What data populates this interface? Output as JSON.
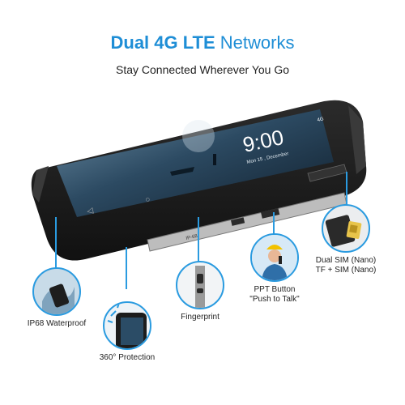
{
  "headline": {
    "part1": "Dual 4G LTE",
    "part2": "Networks"
  },
  "subheadline": "Stay Connected Wherever You Go",
  "phone_screen": {
    "time": "9:00",
    "date": "Mon 15 , December",
    "carrier": "4G",
    "side_label": "IP-68"
  },
  "features": [
    {
      "caption": "IP68 Waterproof"
    },
    {
      "caption": "360° Protection"
    },
    {
      "caption": "Fingerprint"
    },
    {
      "caption_line1": "PPT Button",
      "caption_line2": "\"Push to Talk\""
    },
    {
      "caption_line1": "Dual SIM (Nano)",
      "caption_line2": "TF + SIM (Nano)"
    }
  ],
  "colors": {
    "accent": "#1e8ed6",
    "phone_body": "#1a1a1a",
    "screen": "#20364a"
  }
}
